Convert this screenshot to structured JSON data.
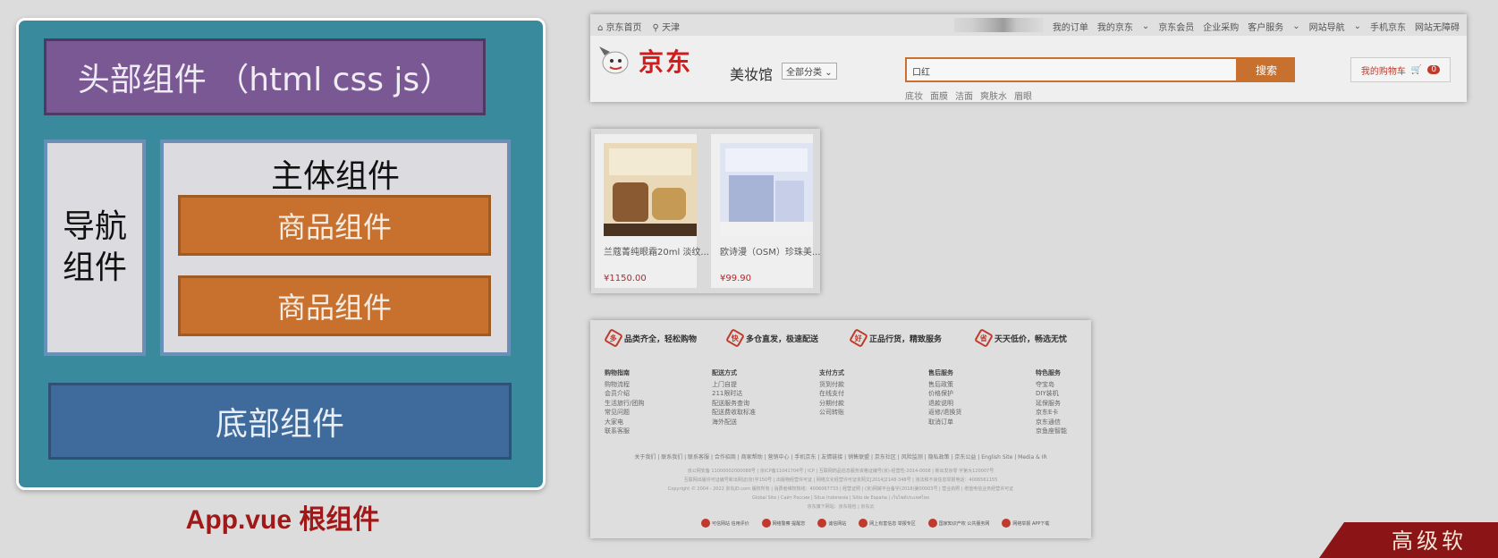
{
  "diagram": {
    "header": "头部组件 （html css js）",
    "nav_line1": "导航",
    "nav_line2": "组件",
    "main_title": "主体组件",
    "goods": [
      "商品组件",
      "商品组件"
    ],
    "footer": "底部组件",
    "caption": "App.vue 根组件"
  },
  "jd_header": {
    "topbar_left": [
      "京东首页",
      "天津"
    ],
    "topbar_right": [
      "我的订单",
      "我的京东",
      "京东会员",
      "企业采购",
      "客户服务",
      "网站导航",
      "手机京东",
      "网站无障碍"
    ],
    "logo_text": "京东",
    "section": "美妆馆",
    "category": "全部分类",
    "search_value": "口红",
    "search_button": "搜索",
    "hotwords": [
      "底妆",
      "面膜",
      "洁面",
      "爽肤水",
      "眉眼"
    ],
    "cart_label": "我的购物车",
    "cart_count": "0"
  },
  "products": [
    {
      "name": "兰蔻菁纯眼霜20ml 淡纹...",
      "price": "¥1150.00",
      "color": "#8a5a32"
    },
    {
      "name": "欧诗漫（OSM）珍珠美...",
      "price": "¥99.90",
      "color": "#a8b4d6"
    }
  ],
  "jd_footer": {
    "promises": [
      {
        "icon": "多",
        "text": "品类齐全，轻松购物"
      },
      {
        "icon": "快",
        "text": "多仓直发，极速配送"
      },
      {
        "icon": "好",
        "text": "正品行货，精致服务"
      },
      {
        "icon": "省",
        "text": "天天低价，畅选无忧"
      }
    ],
    "columns": [
      {
        "title": "购物指南",
        "items": [
          "购物流程",
          "会员介绍",
          "生活旅行/团购",
          "常见问题",
          "大家电",
          "联系客服"
        ]
      },
      {
        "title": "配送方式",
        "items": [
          "上门自提",
          "211限时达",
          "配送服务查询",
          "配送费收取标准",
          "海外配送"
        ]
      },
      {
        "title": "支付方式",
        "items": [
          "货到付款",
          "在线支付",
          "分期付款",
          "公司转账"
        ]
      },
      {
        "title": "售后服务",
        "items": [
          "售后政策",
          "价格保护",
          "退款说明",
          "返修/退换货",
          "取消订单"
        ]
      },
      {
        "title": "特色服务",
        "items": [
          "夺宝岛",
          "DIY装机",
          "延保服务",
          "京东E卡",
          "京东通信",
          "京鱼座智能"
        ]
      }
    ],
    "links": "关于我们 | 联系我们 | 联系客服 | 合作招商 | 商家帮助 | 营销中心 | 手机京东 | 友情链接 | 销售联盟 | 京东社区 | 风险监测 | 隐私政策 | 京东公益 | English Site | Media & IR",
    "copyright": [
      "京公网安备 11000002000088号 | 京ICP备11041704号 | ICP | 互联网药品信息服务资格证编号(京)-经营性-2014-0008 | 新出发京零 字第大120007号",
      "互联网出版许可证编号新出网证(京)字150号 | 出版物经营许可证 | 网络文化经营许可证京网文[2014]2148-348号 | 违法和不良信息举报电话：4006561155",
      "Copyright © 2004 - 2022 京东JD.com 版权所有 | 消费者维权热线：4006067733 | 经营证照 | (京)网械平台备字(2018)第00003号 | 营业执照 | 增值电信业务经营许可证",
      "Global Site | Сайт России | Situs Indonesia | Sitio de España | เว็บไซต์ประเทศไทย",
      "京东旗下网站：京东钱包 | 京东云"
    ],
    "badges": [
      "可信网站 信用评价",
      "网络警察 提醒您",
      "诚信网站",
      "网上有害信息 举报专区",
      "国家知识产权 公共服务网",
      "网络举报 APP下载"
    ]
  },
  "ribbon": "高级软"
}
